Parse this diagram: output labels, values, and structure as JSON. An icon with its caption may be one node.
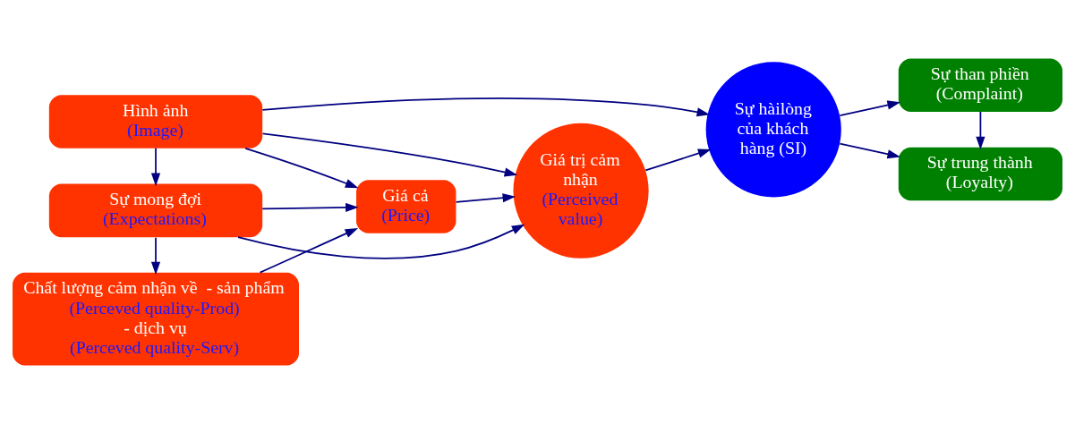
{
  "diagram": {
    "nodes": [
      {
        "text": [
          "Hình ảnh",
          "(Image)"
        ]
      },
      {
        "text": [
          "Sự mong đợi",
          "(Expectations)"
        ]
      },
      {
        "text": [
          "Chất lượng cảm nhận về  - sản phẩm",
          "(Perceved quality-Prod)",
          "- dịch vụ",
          "(Perceved quality-Serv)"
        ]
      },
      {
        "text": [
          "Giá cả",
          "(Price)"
        ]
      },
      {
        "text": [
          "Giá trị cảm nhận",
          "(Perceived value)"
        ]
      },
      {
        "text": [
          "Sự hàilòng của khách hàng (SI)"
        ]
      },
      {
        "text": [
          "Sự than phiền",
          "(Complaint)"
        ]
      },
      {
        "text": [
          "Sự trung thành",
          "(Loyalty)"
        ]
      }
    ],
    "edges": [
      {
        "from": 0,
        "to": 1,
        "arrow": "to"
      },
      {
        "from": 1,
        "to": 2,
        "arrow": "to"
      },
      {
        "from": 0,
        "to": 4,
        "arrow": "to"
      },
      {
        "from": 0,
        "to": 5,
        "arrow": "to"
      },
      {
        "from": 0,
        "to": 3,
        "arrow": "to"
      },
      {
        "from": 1,
        "to": 4,
        "arrow": "to"
      },
      {
        "from": 1,
        "to": 3,
        "arrow": "to"
      },
      {
        "from": 2,
        "to": 3,
        "arrow": "to"
      },
      {
        "from": 3,
        "to": 4,
        "arrow": "to"
      },
      {
        "from": 4,
        "to": 5,
        "arrow": "to"
      },
      {
        "from": 5,
        "to": 6,
        "arrow": "to"
      },
      {
        "from": 5,
        "to": 7,
        "arrow": "to"
      },
      {
        "from": 6,
        "to": 7,
        "arrow": "to"
      }
    ]
  }
}
